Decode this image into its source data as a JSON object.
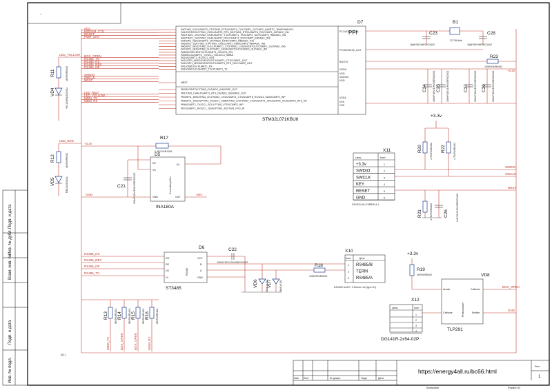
{
  "title_block": {
    "sheet_title": "-",
    "url": "https://energy4all.ru/bc66.html",
    "columns": [
      "Изм",
      "Лист",
      "№ докум.",
      "Подп.",
      "Дата"
    ],
    "copied": "Копировал",
    "format": "Формат А3",
    "sheet_label": "Лист",
    "sheet_number": "1",
    "side_labels": [
      "Подп. и дата",
      "Инв. № дубл.",
      "Взам. инв. №",
      "Подп. и дата",
      "Инв. № подл."
    ]
  },
  "mcu": {
    "ref": "D7",
    "part": "STM32L071KBU6",
    "block": "PPI",
    "pins": [
      "PA0TIM2_CH1/USART2_CTS/TIM2_ETR/USART4_TX/COMP1_OUT/ADC_IN0/RTC_TAMP2/WKUP1",
      "PA1/EVENTOUT/TIM2_CH2/USART2_RTS_DE/TIM21_ETR/USART4_RX/COMP1_INP/ADC_IN1",
      "PA2/TIM21_CH1/TIM2_CH3/USART2_TX/LPUART1_TX/COMP2_OUT/COMP2_INM/ADC_IN2",
      "PA3/TIM21_CH2/TIM2_CH4/USART2_RX/LPUART1_RX/COMP2_INP/ADC_IN3",
      "PA4/SPI1_NSS/USART2_CK/TIM22_ETR/COMP1_INM/ADC_IN4",
      "PA5/SPI1_SCK/TIM2_ETR/TIM2_CH1/COMP1_INM/COMP2_INM/ADC_IN5",
      "PA6/SPI1_MISO/TIM3_CH1/LPUART1_CTS/TIM22_CH1/EVENTOUT/COMP1_OUT/ADC_IN6",
      "PA7/SPI1_MOSI/TIM3_CH2/TIM22_CH2/EVENTOUT/COMP2_OUT/ADC_IN7",
      "PA8/MCO/EVENTOUT/USART1_CK/I2C3_SCL",
      "PA9/MCO/USART1_TX/I2C1_SCL/I2C3_SMBA",
      "PA10/USART1_RX/I2C1_SDA",
      "PA11/SPI1_MISO/EVENTOUT/USART1_CTS/COMP1_OUT",
      "PA12/SPI1_MOSI/EVENTOUT/USART1_RTS_DE/COMP2_OUT",
      "PA13/SWDIO/LPUART1_RX",
      "PA14/SWCLK/USART2_TX/LPUART1_TX",
      "NRST",
      "PB0/EVENTOUT/TIM3_CH3/ADC_IN8/VREF_OUT",
      "PB1/TIM3_CH4/LPUART1_RTS_DE/ADC_IN9/VREF_OUT",
      "PB4/SPI1_MISO/TIM3_CH1/TIM22_CH1/USART1_CTS/USART5_RX/I2C3_SDA/COMP2_INP",
      "PB5/SPI1_MOSI/LPTIM1_IN1/I2C1_SMBA/TIM3_CH2/TIM22_CH2/USART1_CK/USART5_CK/USART5_RTS_DE",
      "PB6/USART1_TX/I2C1_SCL/LPTIM1_ETR/COMP2_INP",
      "PB7/USART1_RX/I2C1_SDA/LPTIM1_IN2/TIM3_PVD_IN"
    ],
    "right_pins": [
      "PC14/OSC32_IN",
      "PC15/OSC32_OUT",
      "BOOT0",
      "VDDA",
      "VDD",
      "VDDIO2",
      "VDD",
      "VSSA",
      "VSS",
      "VSS"
    ],
    "nets_left": [
      "ADC",
      "MODEM_CTS",
      "RESET",
      "PWR_CNT",
      "BOX_OPEN",
      "RS485_TX",
      "RS485_RX",
      "RS485_RE#",
      "RS485_DE",
      "SWDIO",
      "SWCLK",
      "NRST",
      "LED_RED",
      "LED_YELLOW",
      "MDM_TX",
      "MDM_RX"
    ]
  },
  "crystal": {
    "ref": "B1",
    "value": "32.768 kHz",
    "c1": "C23",
    "c2": "C28",
    "cap_value": "18pF/50V/NPO/C0402"
  },
  "boot": {
    "res": "R23",
    "value": "100K/5%/R0402",
    "vcc": "+3.3v"
  },
  "decoupling": [
    {
      "ref": "C24",
      "value": "100nF/10V/10%/X5R/C0402"
    },
    {
      "ref": "C25",
      "value": "100nF/10V/10%/X5R/C0402"
    },
    {
      "ref": "C27",
      "value": "100nF/10V/10%/X5R/C0402"
    },
    {
      "ref": "C29",
      "value": "100nF/10V/10%/X5R/C0402"
    }
  ],
  "leds": [
    {
      "res": "R11",
      "res_value": "1K/5%/R0402",
      "led": "VD4",
      "led_value": "YELLOW/LED0402",
      "net": "LED_YELLOW"
    },
    {
      "res": "R12",
      "res_value": "1K/5%/R0402",
      "led": "VD5",
      "led_value": "RED/LED0402",
      "net": "LED_RED"
    }
  ],
  "current_amp": {
    "ref": "D5",
    "part": "INA180A",
    "body": "CurrentAmplifier",
    "shunt": "R17",
    "shunt_value": "0.4R/1%/R1206",
    "cap": "C21",
    "cap_value": "100nF/10V/10%/X5R/C0402",
    "pins": [
      "IN+",
      "VS",
      "IN-",
      "GND",
      "OUT"
    ],
    "nets": [
      "+3.3v",
      "GND",
      "ADC"
    ]
  },
  "connector_swd": {
    "ref": "X11",
    "part": "DS1031-06-2*3PBW-4-1",
    "header": [
      "Цепь",
      "Конт"
    ],
    "rows": [
      {
        "name": "+3.3v",
        "pin": "1"
      },
      {
        "name": "SWDIO",
        "pin": "2"
      },
      {
        "name": "SWCLK",
        "pin": "3"
      },
      {
        "name": "KEY",
        "pin": "4"
      },
      {
        "name": "RESET",
        "pin": "5"
      },
      {
        "name": "GND",
        "pin": "6"
      }
    ],
    "nets": [
      "SWDIO",
      "SWCLK",
      "NRST"
    ]
  },
  "swd_pullups": [
    {
      "ref": "R20",
      "value": "4.7K/5%/R0402"
    },
    {
      "ref": "R22",
      "value": "4.7K/5%/R0402"
    },
    {
      "ref": "R21",
      "value": "4.7K/5%/R0402"
    },
    {
      "ref": "C26",
      "value": "1nF/10V/10%/X5R/C0402"
    }
  ],
  "rs485": {
    "ref": "D6",
    "part": "ST3485",
    "body": "RS485",
    "pins": [
      "RO",
      "RE",
      "DE",
      "DI",
      "VCC",
      "B",
      "A",
      "GND"
    ],
    "cap": "C22",
    "cap_value": "100nF/10V/10%/X5R/C0402",
    "nets": [
      "RS485_RX",
      "RS485_RE#",
      "RS485_DE",
      "RS485_TX"
    ],
    "term": "R18",
    "term_value": "120R/5%/R0402",
    "tvs": [
      {
        "ref": "VD6",
        "value": "SMAJ6.5A"
      },
      {
        "ref": "VD7",
        "value": "SMAJ6.5A"
      }
    ]
  },
  "connector_rs485": {
    "ref": "X10",
    "part": "DS1022-1x3-R, 2.54mm 1x3 (type D1)",
    "header": [
      "Конт",
      "Цепь"
    ],
    "rows": [
      {
        "pin": "1",
        "name": "RS485/B"
      },
      {
        "pin": "2",
        "name": "TERM"
      },
      {
        "pin": "3",
        "name": "RS485/A"
      }
    ]
  },
  "series_res": [
    {
      "ref": "R13",
      "value": "0R/5%/R0402",
      "net": "MDM_TX"
    },
    {
      "ref": "R14",
      "value": "0R/5%/R0402",
      "net": "BOX_OPEN"
    },
    {
      "ref": "R15",
      "value": "0R/5%/R0402",
      "net": "BOX_OPEN"
    },
    {
      "ref": "R16",
      "value": "0R/5%/R0402",
      "net": "MDM_RX"
    }
  ],
  "photocoupler": {
    "ref": "VD8",
    "part": "TLP291",
    "body": "Photocoupler",
    "pins": [
      "Anode",
      "Cathode",
      "Collector",
      "Emitter"
    ],
    "res": "R19",
    "res_value": "1K/5%/R0402",
    "vcc": "+3.3v",
    "net_out": "BOX_OPEN",
    "net_gnd": "GND"
  },
  "connector_box": {
    "ref": "X12",
    "part": "DG141R-2x54-02P",
    "header": [
      "Цепь",
      "Конт"
    ],
    "pins": [
      "1",
      "2",
      "3",
      "4"
    ]
  },
  "frame_corner": "А(1)"
}
